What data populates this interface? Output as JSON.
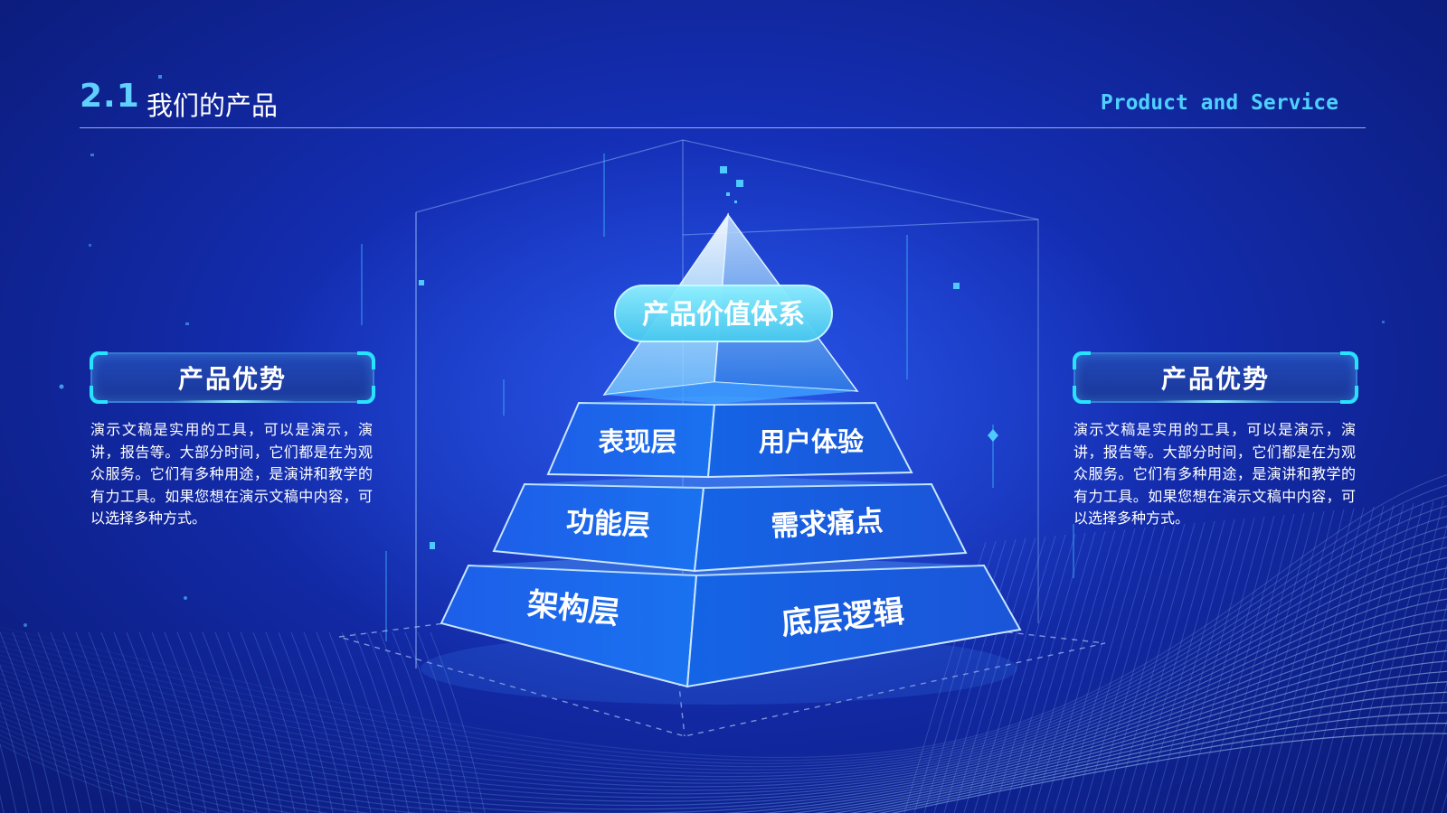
{
  "header": {
    "section_number": "2.1",
    "title": "我们的产品",
    "subtitle": "Product and Service"
  },
  "pyramid": {
    "top_label": "产品价值体系",
    "layers": [
      {
        "left": "表现层",
        "right": "用户体验"
      },
      {
        "left": "功能层",
        "right": "需求痛点"
      },
      {
        "left": "架构层",
        "right": "底层逻辑"
      }
    ]
  },
  "left_panel": {
    "title": "产品优势",
    "text": "演示文稿是实用的工具，可以是演示，演讲，报告等。大部分时间，它们都是在为观众服务。它们有多种用途，是演讲和教学的有力工具。如果您想在演示文稿中内容，可以选择多种方式。"
  },
  "right_panel": {
    "title": "产品优势",
    "text": "演示文稿是实用的工具，可以是演示，演讲，报告等。大部分时间，它们都是在为观众服务。它们有多种用途，是演讲和教学的有力工具。如果您想在演示文稿中内容，可以选择多种方式。"
  },
  "colors": {
    "background": "#1530b8",
    "accent": "#4fd1ff",
    "frame_cyan": "#27e3ff"
  }
}
